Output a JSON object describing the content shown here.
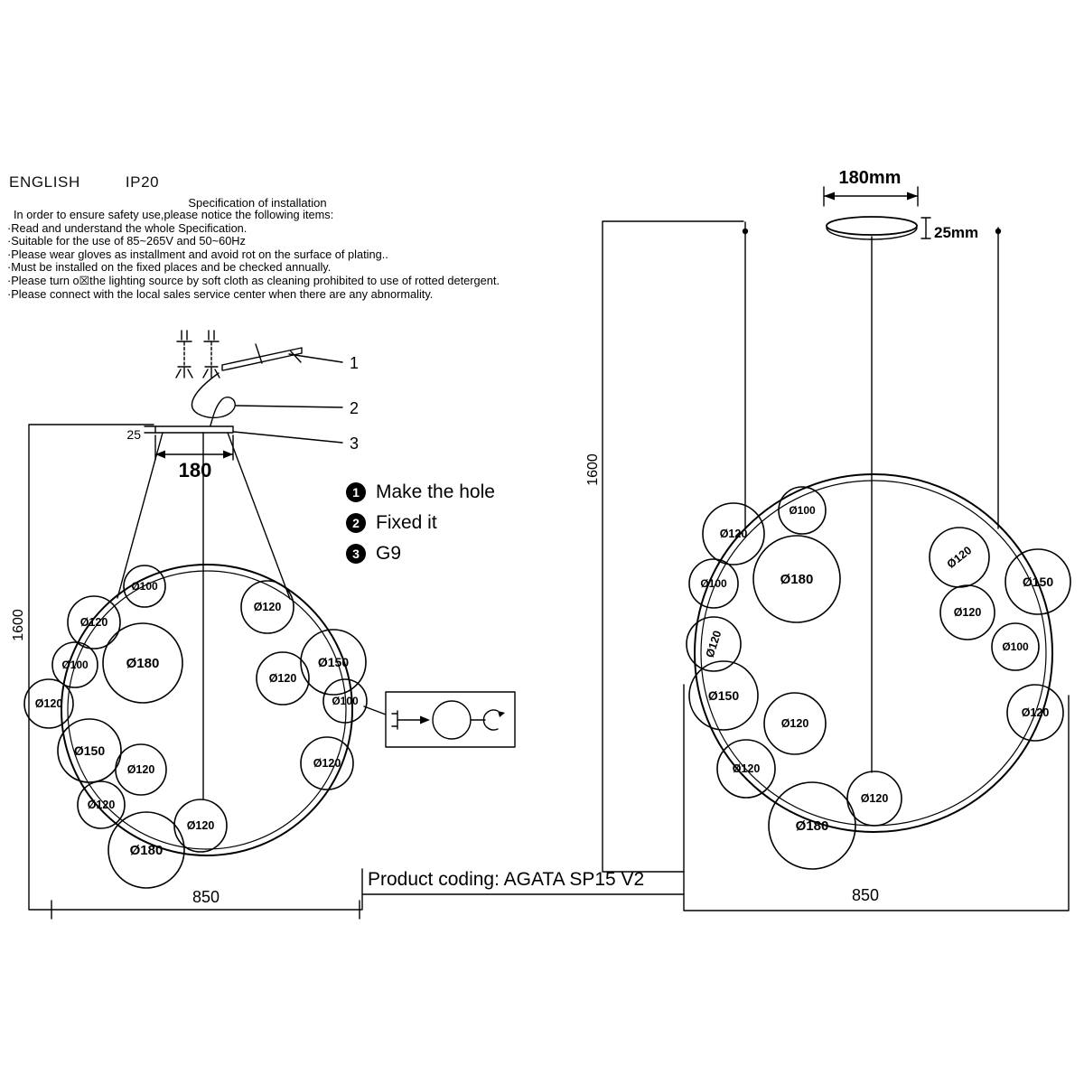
{
  "header": {
    "language": "ENGLISH",
    "ip_rating": "IP20"
  },
  "spec": {
    "title": "Specification of installation",
    "intro": "In order to ensure safety use,please notice the following items:",
    "items": [
      "·Read and understand the whole Specification.",
      "·Suitable for the use of 85~265V and 50~60Hz",
      "·Please wear gloves as installment and avoid rot on the surface of plating..",
      "·Must be installed on the fixed places and be checked annually.",
      "·Please turn o☒the lighting source by soft cloth as cleaning prohibited to use of rotted detergent.",
      "·Please connect with the local sales service center when there are any abnormality."
    ]
  },
  "callouts": [
    "1",
    "2",
    "3"
  ],
  "legend": {
    "items": [
      {
        "num": "1",
        "label": "Make the hole"
      },
      {
        "num": "2",
        "label": "Fixed it"
      },
      {
        "num": "3",
        "label": "G9"
      }
    ]
  },
  "left_diagram": {
    "canopy_thickness": "25",
    "canopy_width": "180",
    "height": "1600",
    "width": "850",
    "bubbles": [
      "Ø180",
      "Ø180",
      "Ø150",
      "Ø150",
      "Ø120",
      "Ø120",
      "Ø120",
      "Ø120",
      "Ø120",
      "Ø120",
      "Ø120",
      "Ø120",
      "Ø100",
      "Ø100",
      "Ø100"
    ]
  },
  "right_diagram": {
    "canopy_width": "180mm",
    "canopy_thickness": "25mm",
    "height": "1600",
    "width": "850",
    "bubbles": [
      "Ø180",
      "Ø180",
      "Ø150",
      "Ø150",
      "Ø120",
      "Ø120",
      "Ø120",
      "Ø120",
      "Ø120",
      "Ø120",
      "Ø120",
      "Ø120",
      "Ø100",
      "Ø100",
      "Ø100"
    ]
  },
  "product": {
    "coding": "Product coding: AGATA SP15 V2"
  }
}
